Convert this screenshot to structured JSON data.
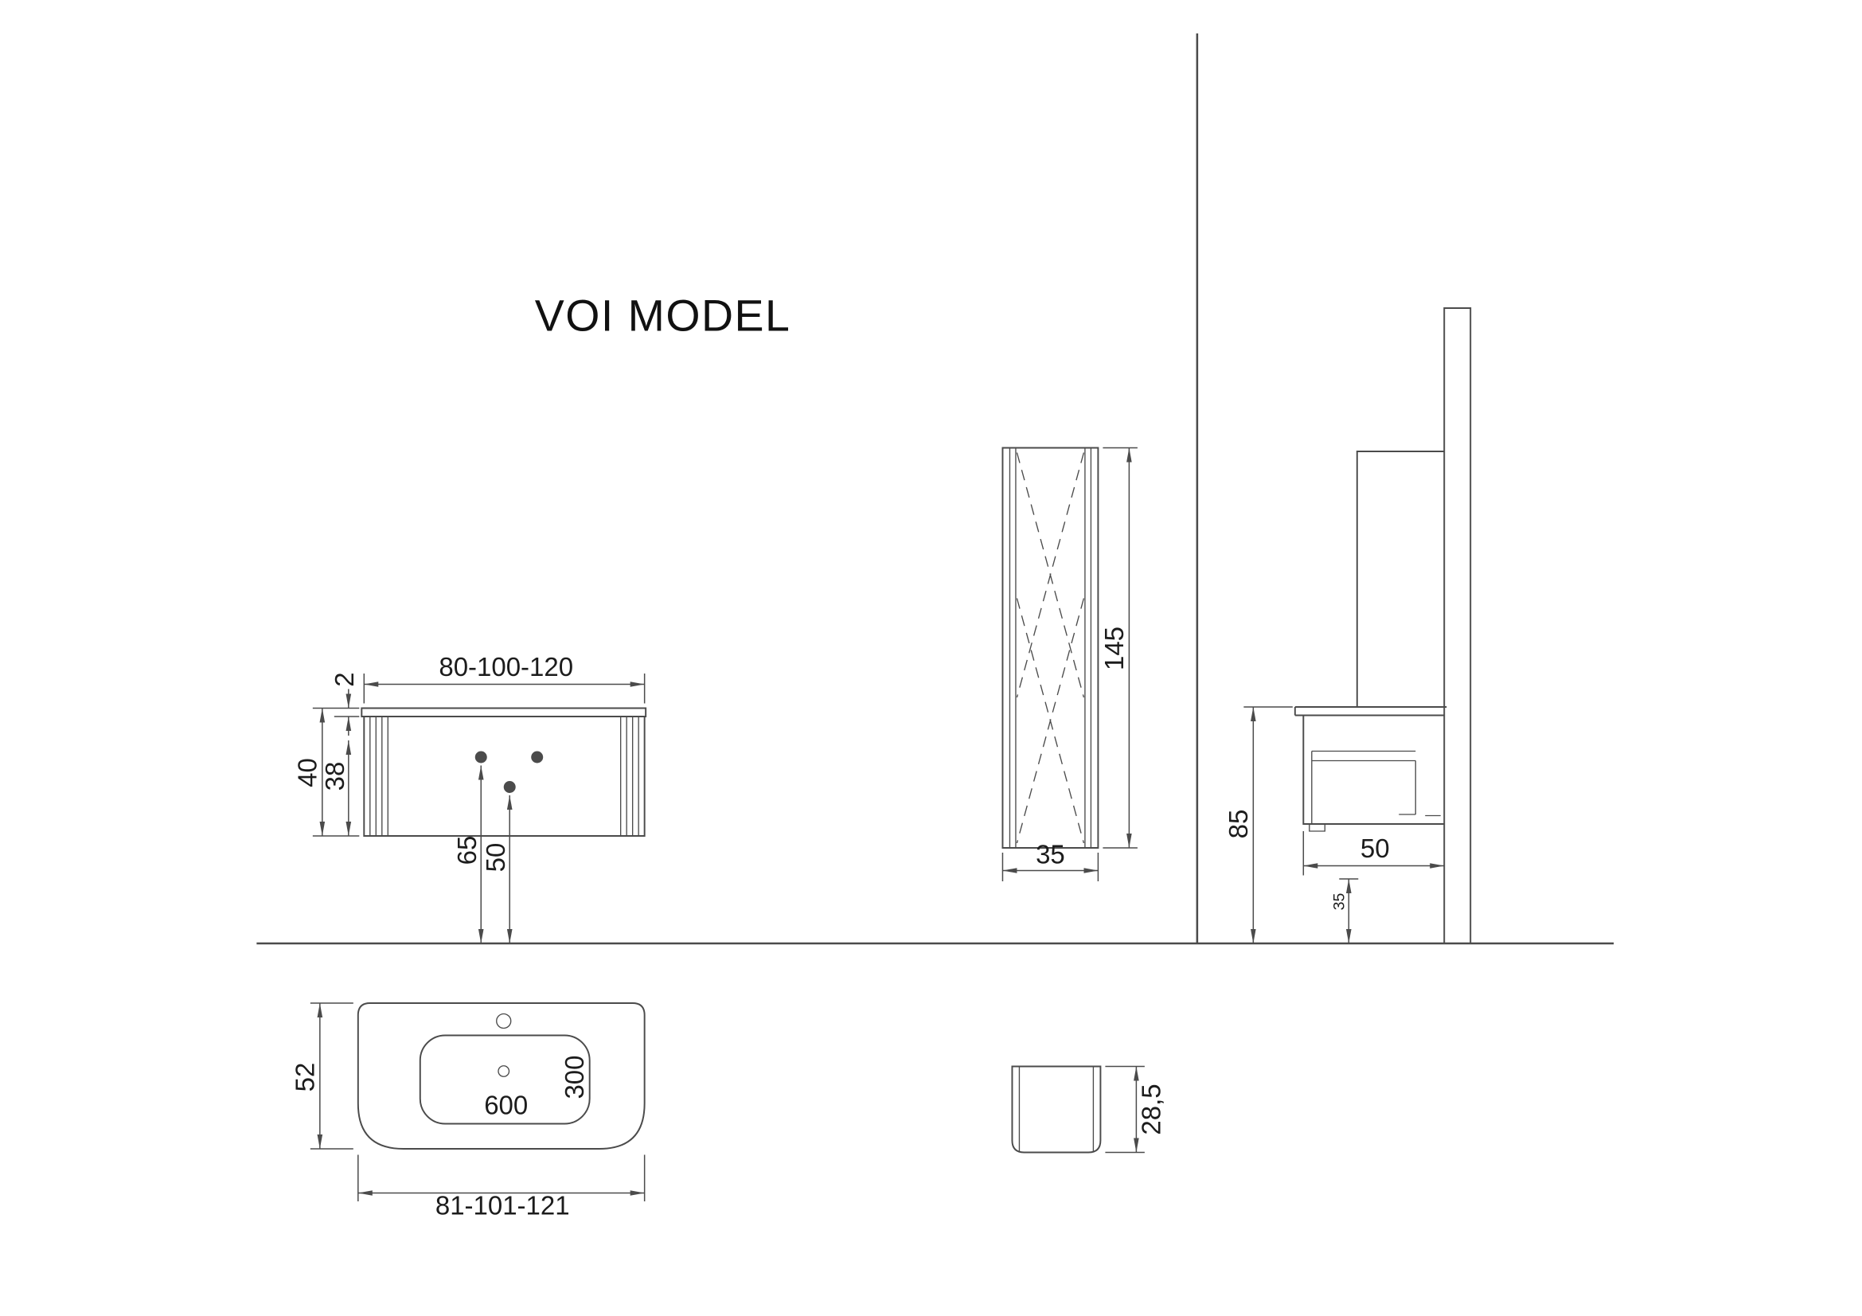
{
  "title": "VOI MODEL",
  "colors": {
    "line": "#4b4b4b",
    "text": "#1c1c1c",
    "background": "#ffffff"
  },
  "front_view": {
    "width": "80-100-120",
    "countertop_thickness": "2",
    "total_height": "40",
    "body_height": "38",
    "hole_left_offset": "65",
    "hole_center_offset": "50"
  },
  "column_view": {
    "height": "145",
    "width": "35"
  },
  "side_view": {
    "worktop_height": "85",
    "depth": "50",
    "clearance": "35"
  },
  "basin_plan": {
    "depth": "52",
    "bowl_width": "600",
    "bowl_depth": "300",
    "width": "81-101-121"
  },
  "basin_profile": {
    "height": "28,5"
  }
}
